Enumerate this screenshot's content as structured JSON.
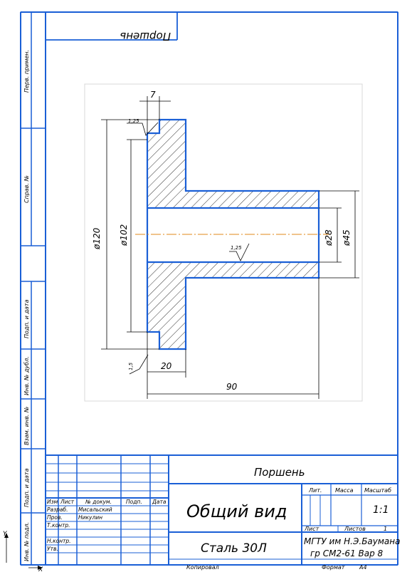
{
  "drawing": {
    "title_mirrored": "Поршень",
    "side_labels": {
      "perv_primen": "Перв. примен.",
      "sprav": "Справ. №",
      "podp_data_1": "Подп. и дата",
      "inv_dubl": "Инв. № дубл.",
      "vzam_inv": "Взам. инв. №",
      "podp_data_2": "Подп. и дата",
      "inv_podl": "Инв. № подл."
    },
    "dimensions": {
      "d7": "7",
      "r125_top": "1,25",
      "d120": "ø120",
      "d102": "ø102",
      "r125_mid": "1,25",
      "d28": "ø28",
      "d45": "ø45",
      "r15": "1,5",
      "d20": "20",
      "d90": "90"
    }
  },
  "title_block": {
    "part_name": "Поршень",
    "headers": {
      "izm": "Изм",
      "list": "Лист",
      "n_dokum": "№ докум.",
      "podp": "Подп.",
      "data": "Дата"
    },
    "rows": [
      {
        "role": "Разраб.",
        "name": "Мисальский"
      },
      {
        "role": "Пров.",
        "name": "Никулин"
      },
      {
        "role": "Т.контр.",
        "name": ""
      },
      {
        "role": "",
        "name": ""
      },
      {
        "role": "Н.контр.",
        "name": ""
      },
      {
        "role": "Утв.",
        "name": ""
      }
    ],
    "doc_title": "Общий вид",
    "lit": "Лит.",
    "massa": "Масса",
    "masshtab": "Масштаб",
    "scale_value": "1:1",
    "list_label": "Лист",
    "listov_label": "Листов",
    "listov_value": "1",
    "material": "Сталь 30Л",
    "org_line1": "МГТУ им Н.Э.Баумана",
    "org_line2": "гр СМ2-61 Вар 8",
    "kopiroval": "Копировал",
    "format_label": "Формат",
    "format_value": "А4",
    "axis_x": "X",
    "axis_y": "Y"
  }
}
